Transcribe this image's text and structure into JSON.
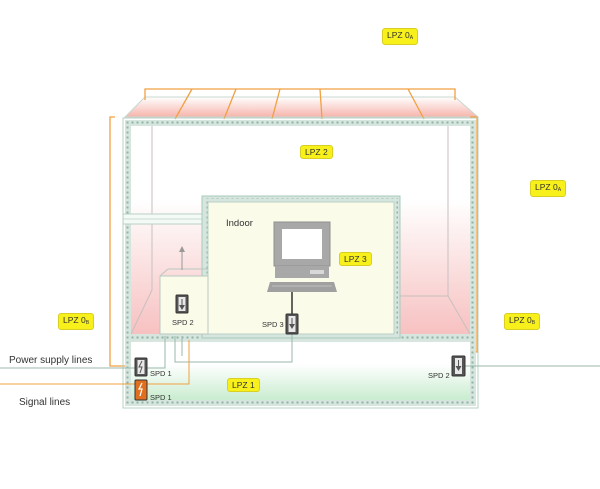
{
  "diagram": {
    "type": "lightning-protection-zone-concept",
    "zones": {
      "lpz0a_top": {
        "label": "LPZ 0",
        "sub": "A"
      },
      "lpz0a_right": {
        "label": "LPZ 0",
        "sub": "A"
      },
      "lpz0b_left": {
        "label": "LPZ 0",
        "sub": "B"
      },
      "lpz0b_right": {
        "label": "LPZ 0",
        "sub": "B"
      },
      "lpz1": {
        "label": "LPZ 1"
      },
      "lpz2": {
        "label": "LPZ 2"
      },
      "lpz3": {
        "label": "LPZ 3"
      }
    },
    "area_labels": {
      "indoor": "Indoor"
    },
    "lines": {
      "power": "Power supply lines",
      "signal": "Signal lines"
    },
    "devices": {
      "spd1_power": "SPD 1",
      "spd1_signal": "SPD 1",
      "spd2_cabinet": "SPD 2",
      "spd2_right": "SPD 2",
      "spd3": "SPD 3"
    },
    "colors": {
      "lpz0_badge": "#f7f01a",
      "air_terminal": "#f0a040",
      "zone_shield": "#a8cbbd",
      "lpz1_fill": "#d8f2dc",
      "lpz2_gradient": "#f7c4c4",
      "lpz3_fill": "#fbfbea",
      "signal_spd": "#e07020",
      "power_spd": "#555555"
    }
  }
}
